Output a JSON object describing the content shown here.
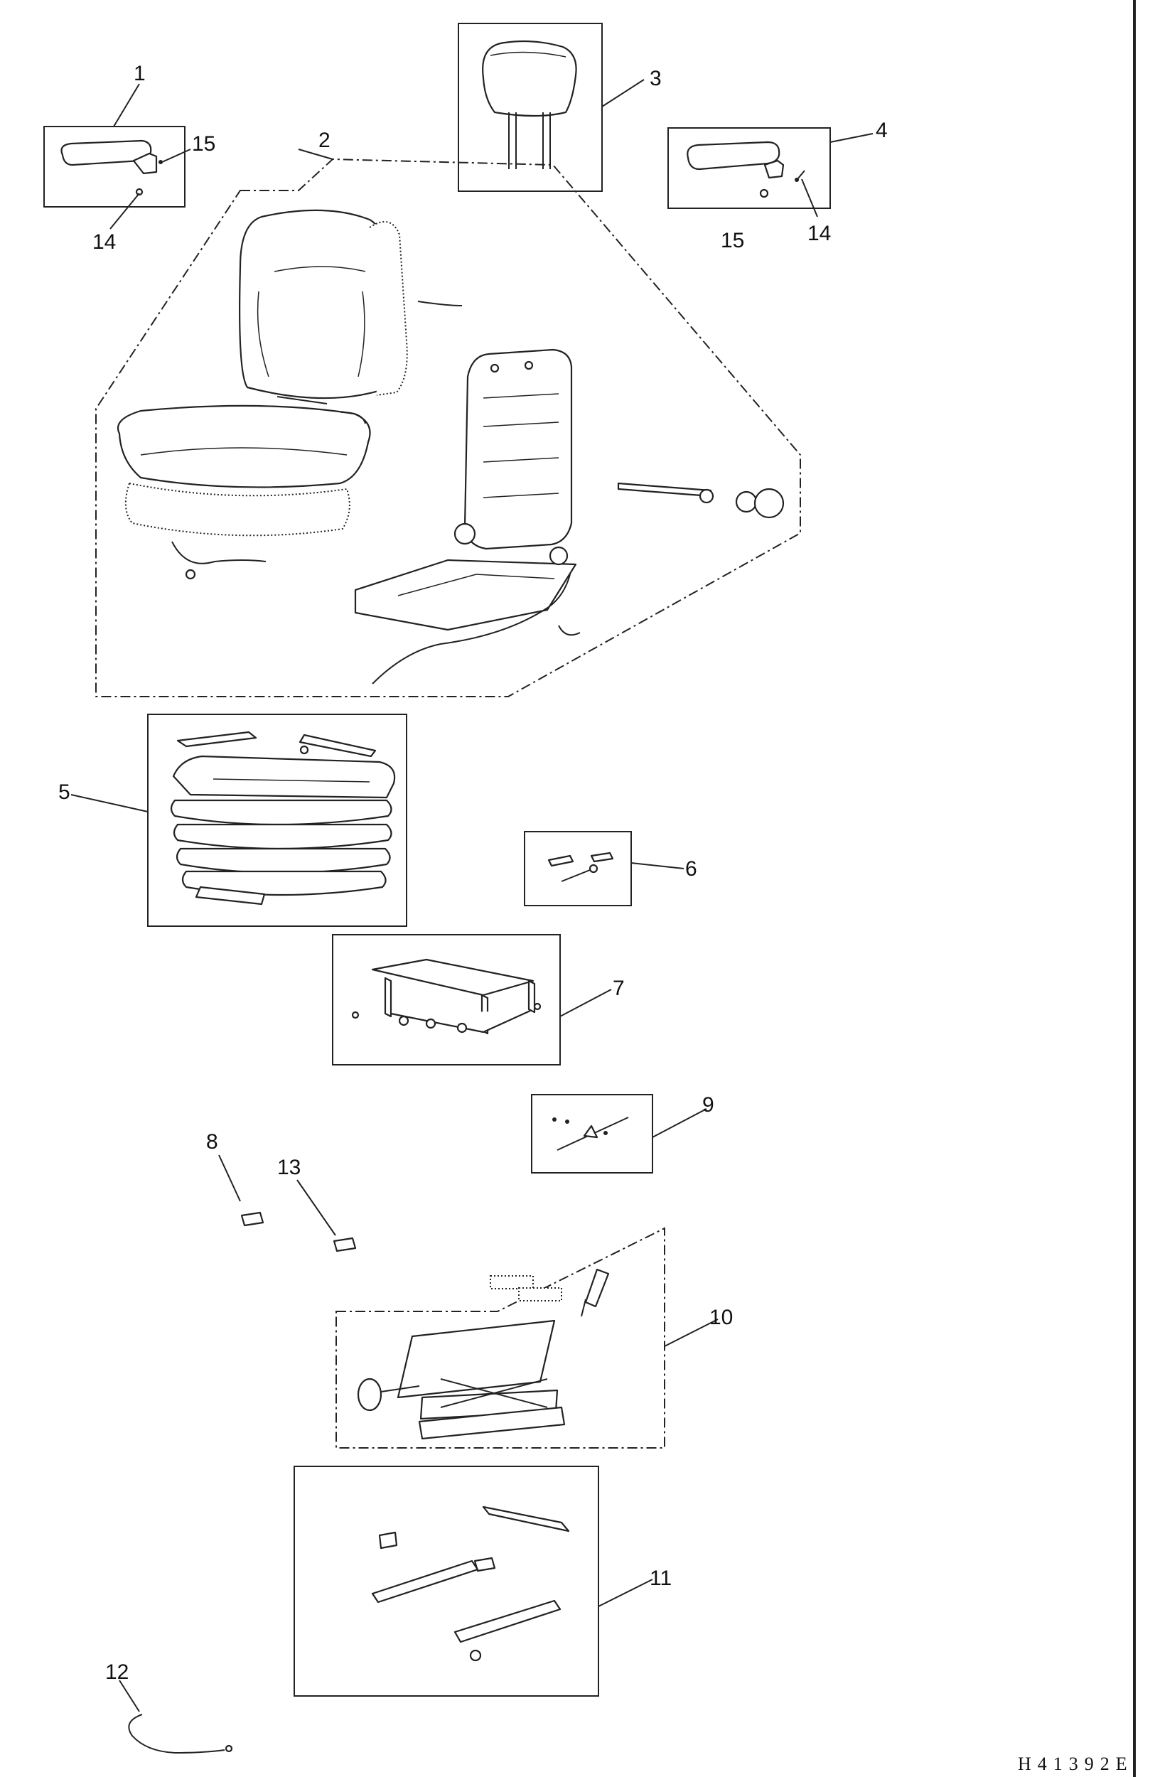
{
  "drawing_code": "H41392E",
  "callouts": {
    "c1": "1",
    "c2": "2",
    "c3": "3",
    "c4": "4",
    "c5": "5",
    "c6": "6",
    "c7": "7",
    "c8": "8",
    "c9": "9",
    "c10": "10",
    "c11": "11",
    "c12": "12",
    "c13": "13",
    "c14a": "14",
    "c14b": "14",
    "c15a": "15",
    "c15b": "15"
  },
  "colors": {
    "ink": "#222222",
    "background": "#ffffff"
  }
}
